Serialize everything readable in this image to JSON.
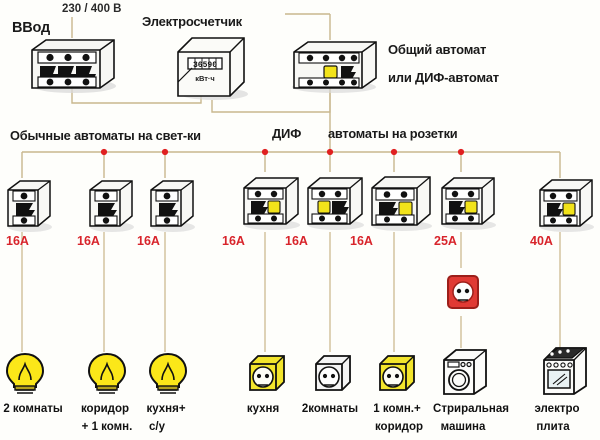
{
  "diagram": {
    "title_labels": {
      "input": "ВВод",
      "voltage": "230 / 400 В",
      "meter": "Электросчетчик",
      "main_breaker_line1": "Общий автомат",
      "main_breaker_line2": "или ДИФ-автомат",
      "lighting_group": "Обычные автоматы на свет-ки",
      "dif": "ДИФ",
      "socket_group": "автоматы на розетки"
    },
    "meter": {
      "digits": "36590",
      "unit": "кВт·ч"
    },
    "colors": {
      "amp_label": "#d8242b",
      "wire": "#c8b48a",
      "junction_dot": "#e02020",
      "test_button": "#f2e31a",
      "socket_yellow": "#f3e52c",
      "socket_white": "#f2f2f2",
      "socket_red": "#e03a34",
      "bulb": "#fbe719",
      "text": "#111111"
    },
    "branches": [
      {
        "id": "b1",
        "amp": "16A",
        "kind": "breaker-1p",
        "load": "lamp",
        "load_label_line1": "2 комнаты",
        "load_label_line2": ""
      },
      {
        "id": "b2",
        "amp": "16A",
        "kind": "breaker-1p",
        "load": "lamp",
        "load_label_line1": "коридор",
        "load_label_line2": "+ 1 комн."
      },
      {
        "id": "b3",
        "amp": "16A",
        "kind": "breaker-1p",
        "load": "lamp",
        "load_label_line1": "кухня+",
        "load_label_line2": "с/у"
      },
      {
        "id": "b4",
        "amp": "16A",
        "kind": "rcd-2p",
        "load": "socket-yellow",
        "load_label_line1": "кухня",
        "load_label_line2": ""
      },
      {
        "id": "b5",
        "amp": "16A",
        "kind": "rcd-2p",
        "load": "socket-white",
        "load_label_line1": "2комнаты",
        "load_label_line2": ""
      },
      {
        "id": "b6",
        "amp": "16A",
        "kind": "rcd-2p",
        "load": "socket-yellow",
        "load_label_line1": "1 комн.+",
        "load_label_line2": "коридор"
      },
      {
        "id": "b7",
        "amp": "25A",
        "kind": "rcd-2p",
        "load": "washer",
        "load_label_line1": "Стриральная",
        "load_label_line2": "машина"
      },
      {
        "id": "b8",
        "amp": "40A",
        "kind": "rcd-2p",
        "load": "stove",
        "load_label_line1": "электро",
        "load_label_line2": "плита"
      }
    ]
  }
}
